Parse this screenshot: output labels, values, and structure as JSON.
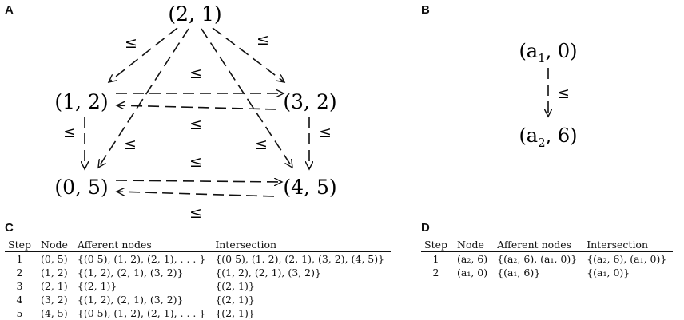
{
  "panels": {
    "a": "A",
    "b": "B",
    "c": "C",
    "d": "D"
  },
  "diagram_a": {
    "nodes": {
      "n21": "(2, 1)",
      "n12": "(1, 2)",
      "n32": "(3, 2)",
      "n05": "(0, 5)",
      "n45": "(4, 5)"
    },
    "relation": "≤"
  },
  "diagram_b": {
    "node_top_base": "(a",
    "node_top_sub": "1",
    "node_top_rest": ", 0)",
    "node_bottom_base": "(a",
    "node_bottom_sub": "2",
    "node_bottom_rest": ", 6)",
    "relation": "≤"
  },
  "table_c": {
    "headers": [
      "Step",
      "Node",
      "Afferent nodes",
      "Intersection"
    ],
    "rows": [
      [
        "1",
        "(0, 5)",
        "{(0 5), (1, 2), (2, 1), . . . }",
        "{(0 5), (1. 2), (2, 1), (3, 2), (4, 5)}"
      ],
      [
        "2",
        "(1, 2)",
        "{(1, 2), (2, 1), (3, 2)}",
        "{(1, 2), (2, 1), (3, 2)}"
      ],
      [
        "3",
        "(2, 1)",
        "{(2, 1)}",
        "{(2, 1)}"
      ],
      [
        "4",
        "(3, 2)",
        "{(1, 2), (2, 1), (3, 2)}",
        "{(2, 1)}"
      ],
      [
        "5",
        "(4, 5)",
        "{(0 5), (1, 2), (2, 1), . . . }",
        "{(2, 1)}"
      ]
    ]
  },
  "table_d": {
    "headers": [
      "Step",
      "Node",
      "Afferent nodes",
      "Intersection"
    ],
    "rows": [
      [
        "1",
        "(a₂, 6)",
        "{(a₂, 6), (a₁, 0)}",
        "{(a₂, 6), (a₁, 0)}"
      ],
      [
        "2",
        "(a₁, 0)",
        "{(a₁, 6)}",
        "{(a₁, 0)}"
      ]
    ]
  }
}
